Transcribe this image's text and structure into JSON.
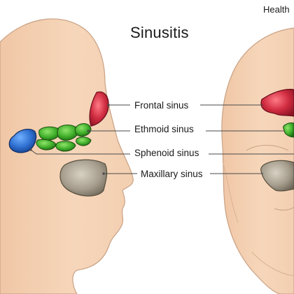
{
  "title": "Sinusitis",
  "corner_label": "Health",
  "labels": {
    "frontal": "Frontal sinus",
    "ethmoid": "Ethmoid sinus",
    "sphenoid": "Sphenoid sinus",
    "maxillary": "Maxillary sinus"
  },
  "colors": {
    "skin": "#f5d3b5",
    "skin_outline": "#c8a184",
    "frontal": "#c8283c",
    "ethmoid": "#3fae2a",
    "sphenoid": "#2f6fd0",
    "maxillary": "#9c9488",
    "leader_line": "#4a4a4a"
  }
}
